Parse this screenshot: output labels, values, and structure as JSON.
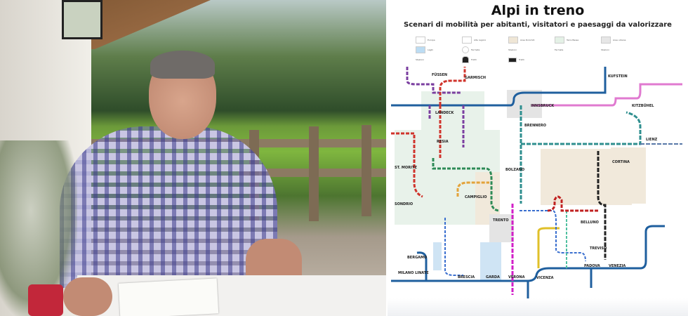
{
  "map": {
    "title": "Alpi in treno",
    "subtitle": "Scenari di mobilità per abitanti, visitatori e paesaggi da valorizzare",
    "legend": [
      "Europa",
      "Alte regioni",
      "Aree Dolomiti",
      "Terre Basse",
      "Aree urbane",
      "Laghi",
      "Fermata",
      "Stazioni",
      "Fermata",
      "Stazioni",
      "Stazioni",
      "Tratti",
      "Tratti"
    ],
    "stations": [
      "FÜSSEN",
      "GARMISCH",
      "INNSBRUCK",
      "KUFSTEIN",
      "KITZBÜHEL",
      "LANDECK",
      "BRENNERO",
      "LIENZ",
      "RESIA",
      "BOLZANO",
      "ST. MORITZ",
      "SONDRIO",
      "CORTINA",
      "CAMPIGLIO",
      "TRENTO",
      "BELLUNO",
      "TREVISO",
      "BERGAMO",
      "MILANO LINATE",
      "BRESCIA",
      "GARDA",
      "VERONA",
      "VICENZA",
      "PADOVA",
      "VENEZIA"
    ],
    "colors": {
      "blue": "#1f5f9e",
      "purple": "#7b3fa0",
      "red": "#d0342c",
      "green": "#2e8b57",
      "pink": "#e07ad0",
      "teal": "#2f8f8f",
      "magenta": "#d21fc8",
      "yellow": "#e0c02a",
      "orange": "#e3a33a",
      "black": "#222222",
      "lightblue": "#5ab0e0"
    }
  }
}
